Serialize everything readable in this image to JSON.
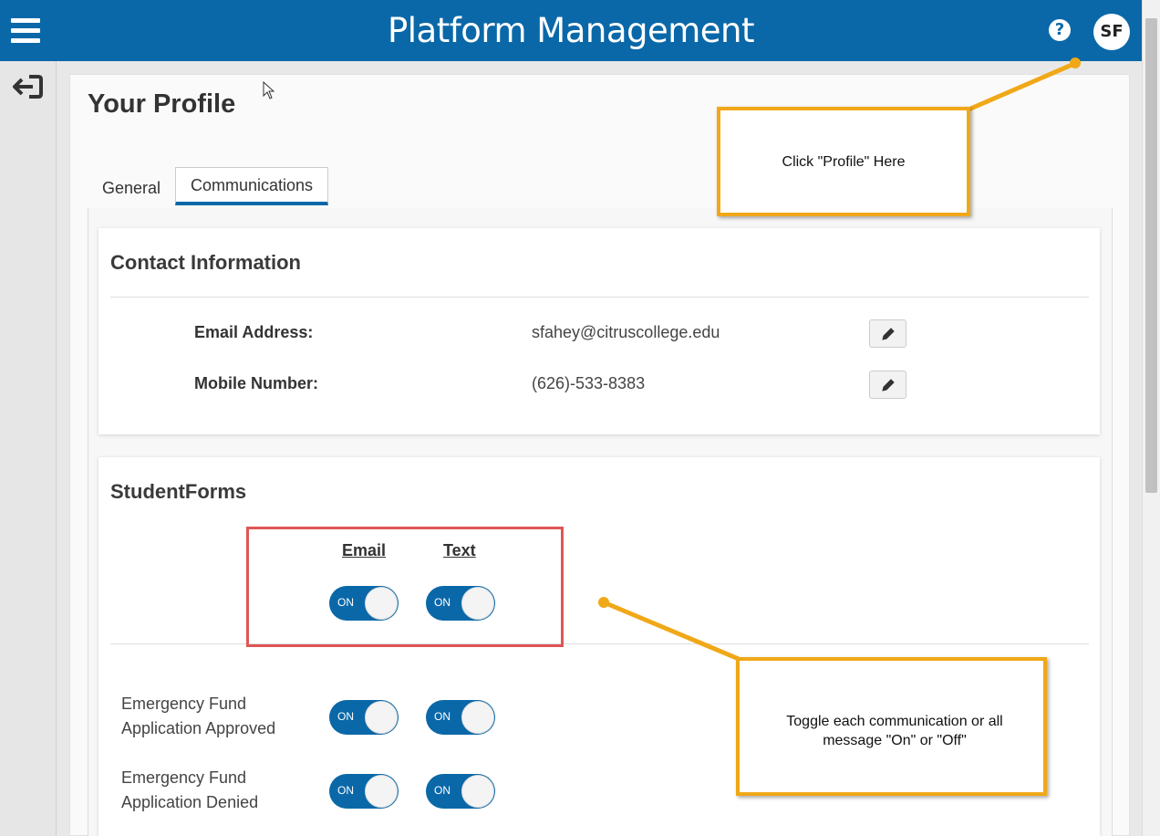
{
  "header": {
    "title": "Platform Management",
    "help_label": "?",
    "avatar_initials": "SF"
  },
  "page": {
    "title": "Your Profile"
  },
  "tabs": [
    {
      "label": "General"
    },
    {
      "label": "Communications"
    }
  ],
  "contact": {
    "title": "Contact Information",
    "fields": [
      {
        "label": "Email Address:",
        "value": "sfahey@citruscollege.edu"
      },
      {
        "label": "Mobile Number:",
        "value": "(626)-533-8383"
      }
    ]
  },
  "studentforms": {
    "title": "StudentForms",
    "columns": [
      "Email",
      "Text"
    ],
    "all_toggles": {
      "email": "ON",
      "text": "ON"
    },
    "rows": [
      {
        "label": "Emergency Fund Application Approved",
        "email": "ON",
        "text": "ON"
      },
      {
        "label": "Emergency Fund Application Denied",
        "email": "ON",
        "text": "ON"
      }
    ]
  },
  "annotations": {
    "callout_profile": "Click \"Profile\" Here",
    "callout_toggle": "Toggle each communication or all message \"On\" or \"Off\""
  },
  "colors": {
    "brand_blue": "#0a68a8",
    "callout_orange": "#f0a818",
    "highlight_red": "#e05555"
  }
}
